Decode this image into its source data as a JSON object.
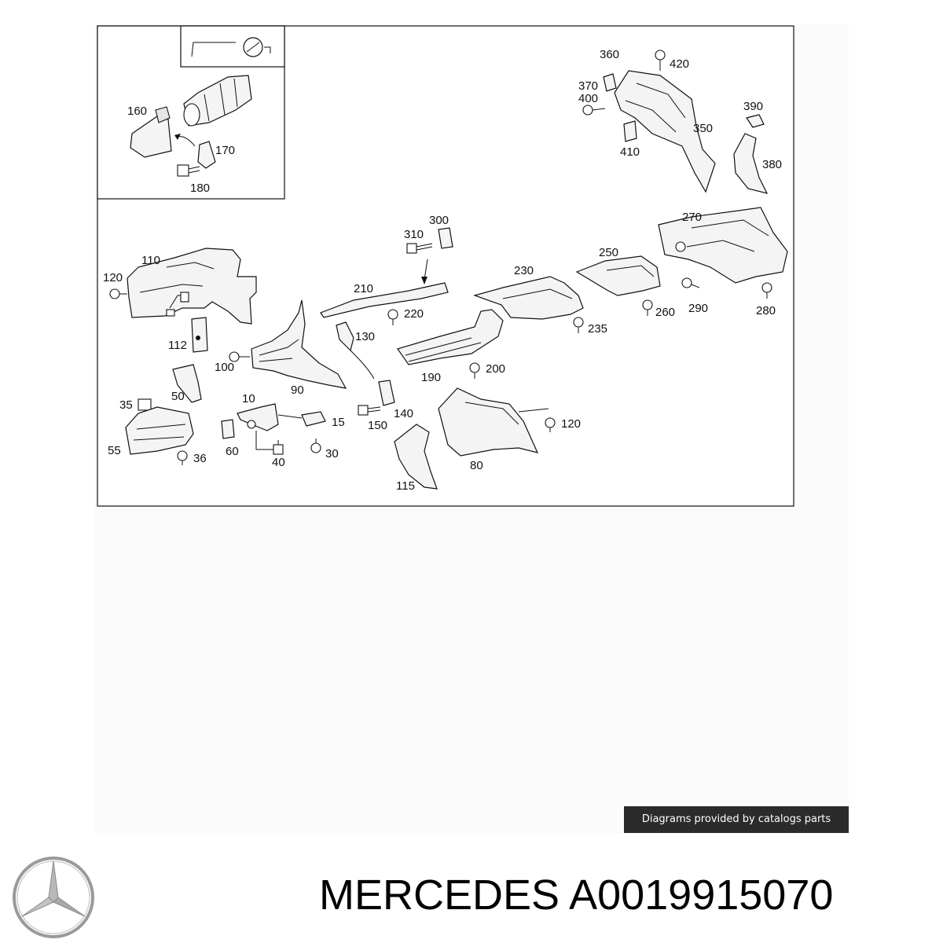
{
  "diagram": {
    "part_labels": {
      "p160": "160",
      "p170": "170",
      "p180": "180",
      "p360": "360",
      "p420": "420",
      "p370": "370",
      "p400": "400",
      "p350": "350",
      "p410": "410",
      "p390": "390",
      "p380": "380",
      "p110": "110",
      "p120a": "120",
      "p112": "112",
      "p100": "100",
      "p50": "50",
      "p35": "35",
      "p55": "55",
      "p36": "36",
      "p10": "10",
      "p60": "60",
      "p40": "40",
      "p15": "15",
      "p30": "30",
      "p90": "90",
      "p130": "130",
      "p140": "140",
      "p150": "150",
      "p210": "210",
      "p220": "220",
      "p310": "310",
      "p300": "300",
      "p190": "190",
      "p200": "200",
      "p230": "230",
      "p235": "235",
      "p250": "250",
      "p260": "260",
      "p270": "270",
      "p290": "290",
      "p280": "280",
      "p80": "80",
      "p120b": "120",
      "p115": "115"
    }
  },
  "credit": {
    "text": "Diagrams provided by catalogs parts"
  },
  "title": {
    "text": "MERCEDES A0019915070"
  },
  "logo": {
    "icon": "mercedes-star-icon"
  }
}
